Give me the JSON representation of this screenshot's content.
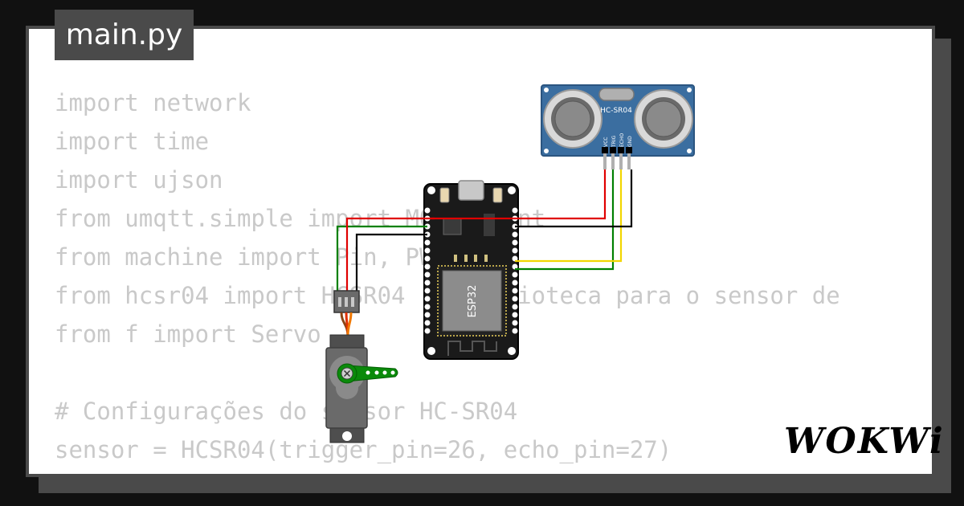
{
  "colors": {
    "background": "#111111",
    "card": "#ffffff",
    "frame": "#4a4a4a",
    "code_text": "#c9c9c9",
    "wire_red": "#e00000",
    "wire_green": "#008000",
    "wire_yellow": "#f2d600",
    "wire_black": "#000000",
    "sensor_board": "#3b6ea0",
    "servo_horn": "#0a8a0a"
  },
  "file_tab": {
    "label": "main.py"
  },
  "code": {
    "lines": [
      "import network",
      "import time",
      "import ujson",
      "from umqtt.simple import MQTTClient",
      "from machine import Pin, PWM",
      "from hcsr04 import HCSR04  # Biblioteca para o sensor de",
      "from f import Servo",
      "",
      "# Configurações do sensor HC-SR04",
      "sensor = HCSR04(trigger_pin=26, echo_pin=27)"
    ]
  },
  "sensor": {
    "label": "HC-SR04",
    "pins": [
      "VCC",
      "TRIG",
      "ECHO",
      "GND"
    ]
  },
  "board": {
    "label": "ESP32"
  },
  "logo": {
    "text": "WOKWi"
  }
}
